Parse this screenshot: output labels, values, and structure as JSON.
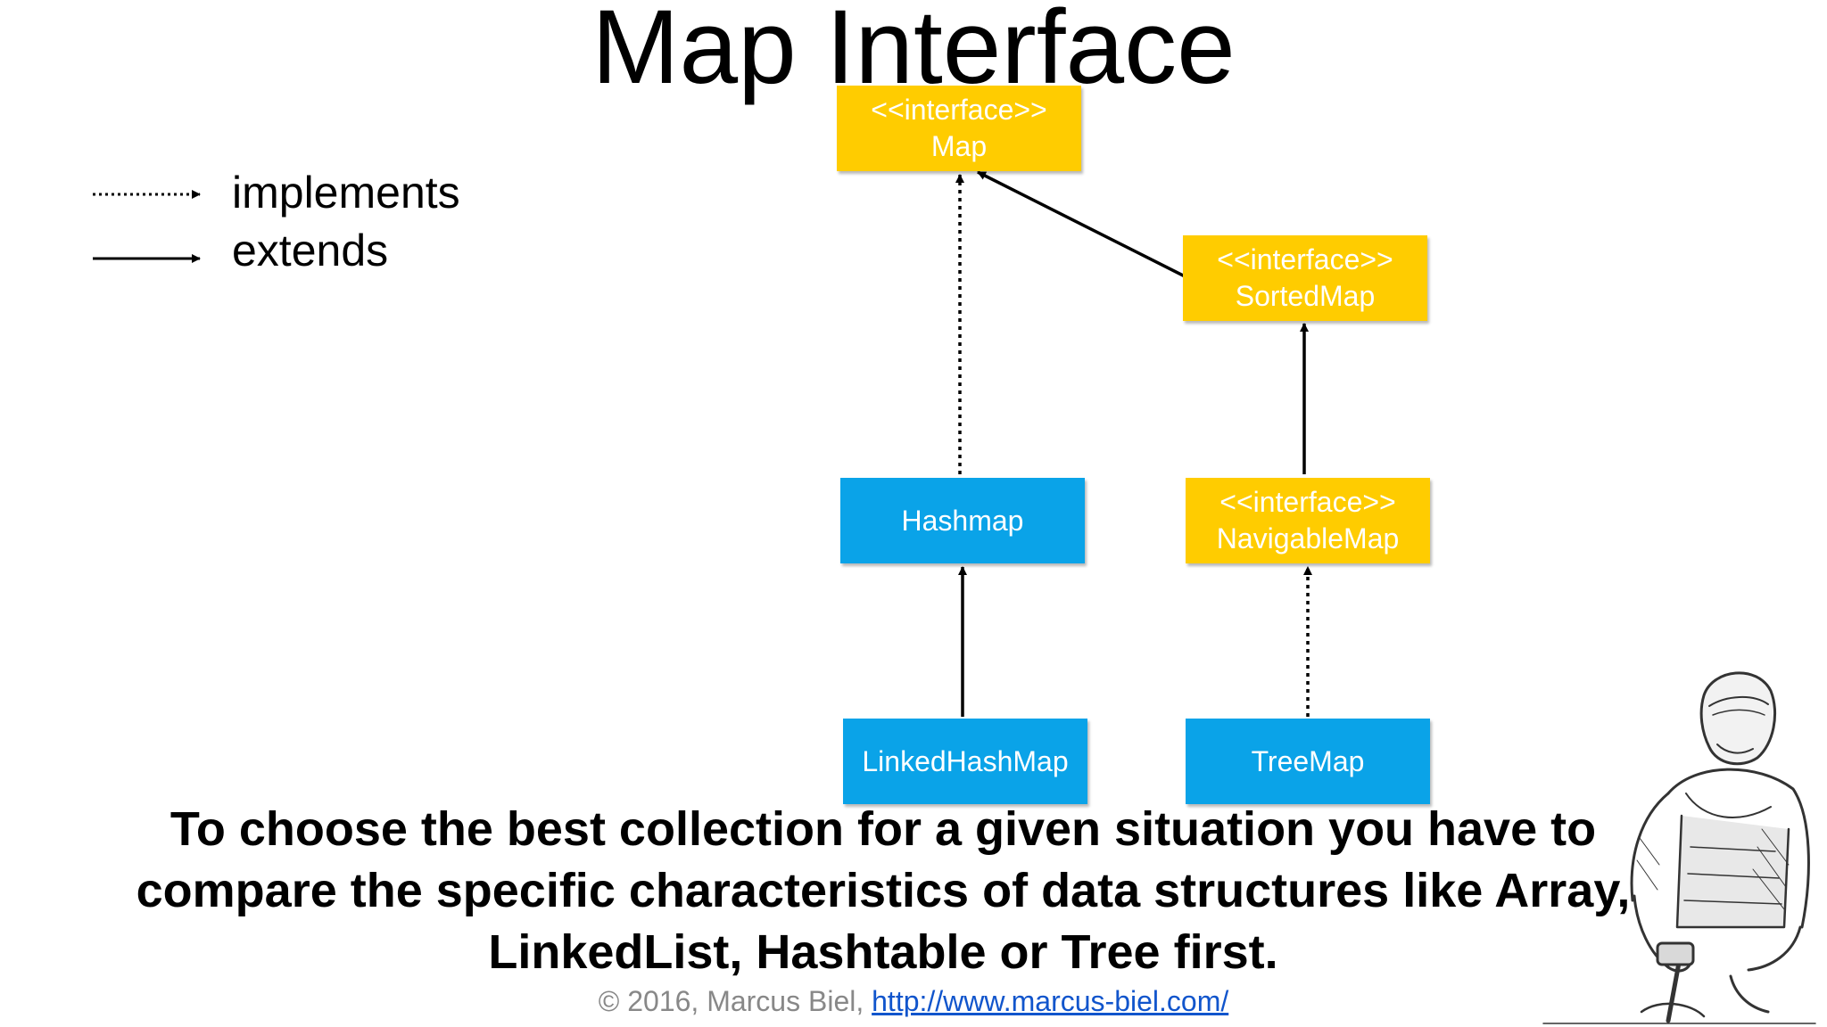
{
  "title": "Map Interface",
  "legend": {
    "implements_label": "implements",
    "extends_label": "extends"
  },
  "nodes": {
    "map": {
      "stereotype": "<<interface>>",
      "name": "Map"
    },
    "sorted_map": {
      "stereotype": "<<interface>>",
      "name": "SortedMap"
    },
    "hashmap": {
      "name": "Hashmap"
    },
    "navigable_map": {
      "stereotype": "<<interface>>",
      "name": "NavigableMap"
    },
    "linked_hash_map": {
      "name": "LinkedHashMap"
    },
    "tree_map": {
      "name": "TreeMap"
    }
  },
  "relationships": [
    {
      "from": "Hashmap",
      "to": "Map",
      "type": "implements"
    },
    {
      "from": "SortedMap",
      "to": "Map",
      "type": "extends"
    },
    {
      "from": "NavigableMap",
      "to": "SortedMap",
      "type": "extends"
    },
    {
      "from": "LinkedHashMap",
      "to": "Hashmap",
      "type": "extends"
    },
    {
      "from": "TreeMap",
      "to": "NavigableMap",
      "type": "implements"
    }
  ],
  "caption": "To choose the best collection for a given situation you have to compare the specific characteristics of data structures like Array, LinkedList, Hashtable or Tree first.",
  "footer": {
    "copyright": "© 2016, Marcus Biel, ",
    "link_text": "http://www.marcus-biel.com/"
  },
  "colors": {
    "interface_box": "#ffcc00",
    "class_box": "#0aa3e8",
    "footer_text": "#888888",
    "link": "#1155cc"
  },
  "icons": {
    "illustration": "worker-with-mallet-sketch"
  }
}
